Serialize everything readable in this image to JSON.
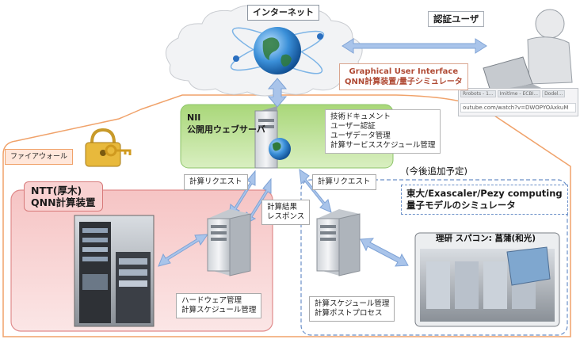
{
  "internet_label": "インターネット",
  "auth_user_label": "認証ユーザ",
  "gui_line1": "Graphical User Interface",
  "gui_line2": "QNN計算装置/量子シミュレータ",
  "browser": {
    "tabs": [
      "Rrobots - 1...",
      "Imitlme - ECBI...",
      "Dodel..."
    ],
    "url": "outube.com/watch?v=DWOPYOAxkuM"
  },
  "firewall_label": "ファイアウォール",
  "nii": {
    "title_line1": "NII",
    "title_line2": "公開用ウェブサーバ",
    "features": [
      "技術ドキュメント",
      "ユーザー認証",
      "ユーザデータ管理",
      "計算サービススケジュール管理"
    ]
  },
  "request_left": "計算リクエスト",
  "request_right": "計算リクエスト",
  "response_line1": "計算結果",
  "response_line2": "レスポンス",
  "ntt": {
    "title_line1": "NTT(厚木)",
    "title_line2": "QNN計算装置",
    "features": [
      "ハードウェア管理",
      "計算スケジュール管理"
    ]
  },
  "future_label": "(今後追加予定)",
  "future": {
    "title_line1": "東大/Exascaler/Pezy computing",
    "title_line2": "量子モデルのシミュレータ",
    "features": [
      "計算スケジュール管理",
      "計算ポストプロセス"
    ],
    "riken_label": "理研 スパコン: 菖蒲(和光)"
  },
  "colors": {
    "firewall_line": "#f0a26a",
    "nii_green": "#b7e08a",
    "ntt_pink": "#f4b4b4",
    "arrow_blue": "#a9c4ea",
    "dashed_blue": "#6a8fc8"
  }
}
